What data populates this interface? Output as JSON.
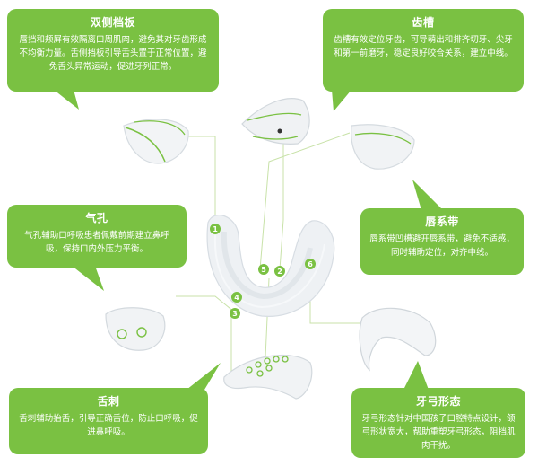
{
  "callouts": {
    "shuangce": {
      "title": "双侧档板",
      "text": "唇挡和颊屏有效隔离口周肌肉，避免其对牙齿形成不均衡力量。舌侧挡板引导舌头置于正常位置，避免舌头异常运动，促进牙列正常。"
    },
    "chicao": {
      "title": "齿槽",
      "text": "齿槽有效定位牙齿，可导萌出和排齐切牙、尖牙和第一前磨牙，稳定良好咬合关系，建立中线。"
    },
    "qikong": {
      "title": "气孔",
      "text": "气孔辅助口呼吸患者佩戴前期建立鼻呼吸，保持口内外压力平衡。"
    },
    "chunxidai": {
      "title": "唇系带",
      "text": "唇系带凹槽避开唇系带，避免不适感，同时辅助定位，对齐中线。"
    },
    "sheci": {
      "title": "舌刺",
      "text": "舌刺辅助抬舌，引导正确舌位，防止口呼吸，促进鼻呼吸。"
    },
    "yagong": {
      "title": "牙弓形态",
      "text": "牙弓形态针对中国孩子口腔特点设计，颌弓形状宽大，帮助重塑牙弓形态，阻挡肌肉干扰。"
    }
  },
  "markers": [
    "1",
    "2",
    "3",
    "4",
    "5",
    "6"
  ],
  "colors": {
    "accent": "#7ac142",
    "line": "#b5d98f"
  }
}
